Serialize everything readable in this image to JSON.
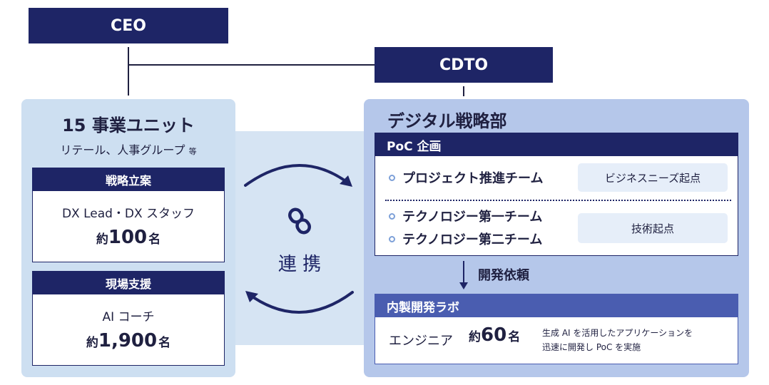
{
  "ceo": {
    "label": "CEO"
  },
  "cdto": {
    "label": "CDTO"
  },
  "business_units": {
    "title": "15 事業ユニット",
    "subtitle_main": "リテール、人事グループ",
    "subtitle_suffix": "等",
    "strategy": {
      "header": "戦略立案",
      "role": "DX Lead・DX スタッフ",
      "count_prefix": "約",
      "count": "100",
      "count_suffix": "名"
    },
    "field_support": {
      "header": "現場支援",
      "role": "AI コーチ",
      "count_prefix": "約",
      "count": "1,900",
      "count_suffix": "名"
    }
  },
  "collaboration": {
    "label": "連 携",
    "icon": "link-icon"
  },
  "digital_strategy": {
    "title": "デジタル戦略部",
    "poc": {
      "header": "PoC 企画",
      "team_project": "プロジェクト推進チーム",
      "tag_business": "ビジネスニーズ起点",
      "team_tech1": "テクノロジー第一チーム",
      "team_tech2": "テクノロジー第二チーム",
      "tag_tech": "技術起点"
    },
    "request_label": "開発依頼",
    "lab": {
      "header": "内製開発ラボ",
      "engineer_label": "エンジニア",
      "count_prefix": "約",
      "count": "60",
      "count_suffix": "名",
      "desc_line1": "生成 AI を活用したアプリケーションを",
      "desc_line2": "迅速に開発し PoC を実施"
    }
  },
  "colors": {
    "navy": "#1e2566",
    "lab_header": "#4a5db0",
    "panel_left": "#cddff1",
    "panel_right": "#b5c7ea"
  }
}
